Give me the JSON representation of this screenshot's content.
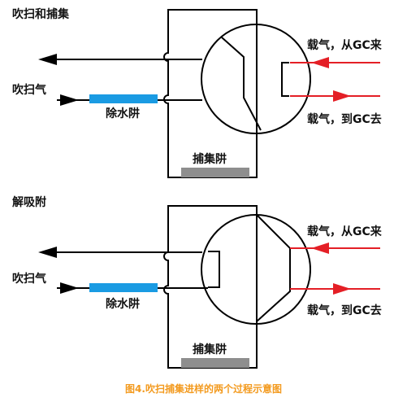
{
  "colors": {
    "line": "#000000",
    "red_line": "#e41f26",
    "water_trap": "#1a9be3",
    "cold_trap": "#8e8e8e",
    "caption": "#f39a1e"
  },
  "panel_top": {
    "title": "吹扫和捕集",
    "purge_gas_label": "吹扫气",
    "water_trap_label": "除水阱",
    "cold_trap_label": "捕集阱",
    "carrier_in_label": "载气，从GC来",
    "carrier_out_label": "载气，到GC去"
  },
  "panel_bottom": {
    "title": "解吸附",
    "purge_gas_label": "吹扫气",
    "water_trap_label": "除水阱",
    "cold_trap_label": "捕集阱",
    "carrier_in_label": "载气，从GC来",
    "carrier_out_label": "载气，到GC去"
  },
  "caption": "图4.吹扫捕集进样的两个过程示意图"
}
